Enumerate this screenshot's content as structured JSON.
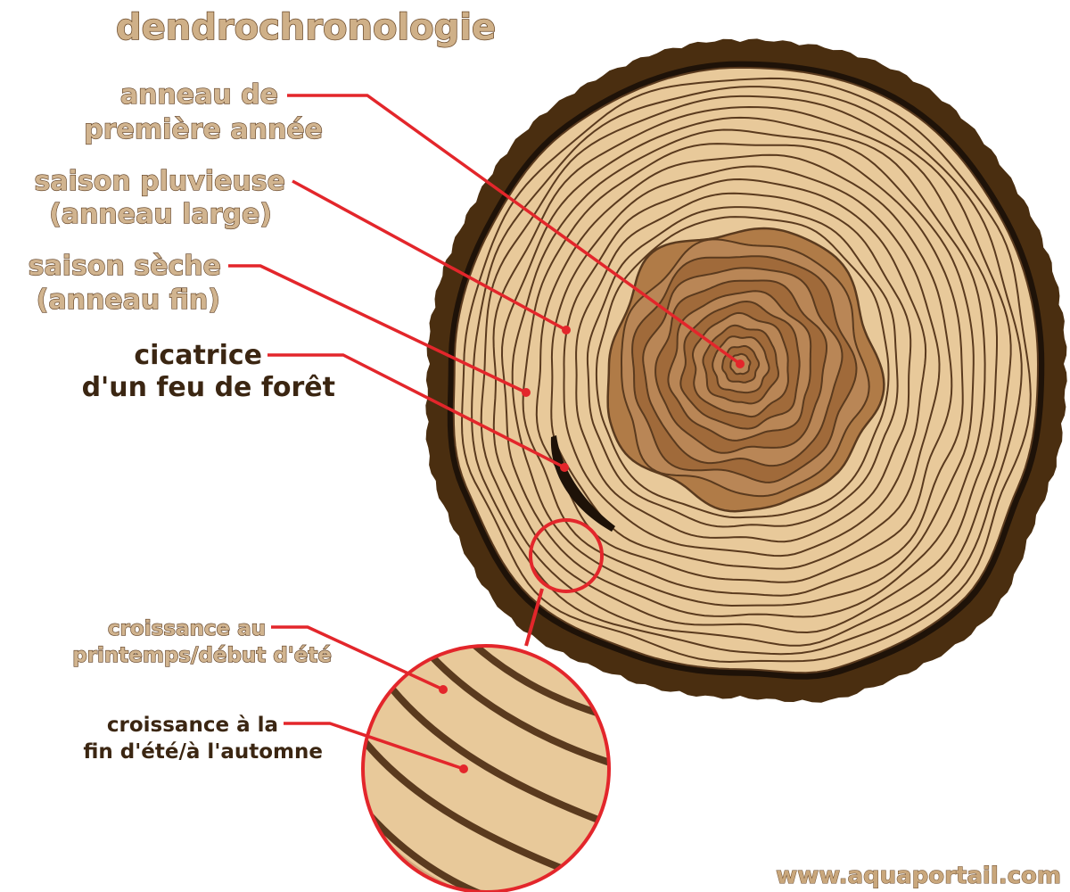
{
  "title": "dendrochronologie",
  "labels": {
    "first_year": [
      "anneau de",
      "première année"
    ],
    "rainy": [
      "saison pluvieuse",
      "(anneau large)"
    ],
    "dry": [
      "saison sèche",
      "(anneau fin)"
    ],
    "scar": [
      "cicatrice",
      "d'un feu de forêt"
    ],
    "spring": [
      "croissance au",
      "printemps/début d'été"
    ],
    "autumn": [
      "croissance à la",
      "fin d'été/à l'automne"
    ]
  },
  "website": "www.aquaportail.com",
  "colors": {
    "bark": "#4a2e10",
    "sapwood": "#e8c99a",
    "heartwood": "#b07b47",
    "ring_line": "#5a3a1e",
    "pointer": "#e3262b",
    "label_tan": "#d1b48f",
    "label_dark": "#3b2612"
  }
}
